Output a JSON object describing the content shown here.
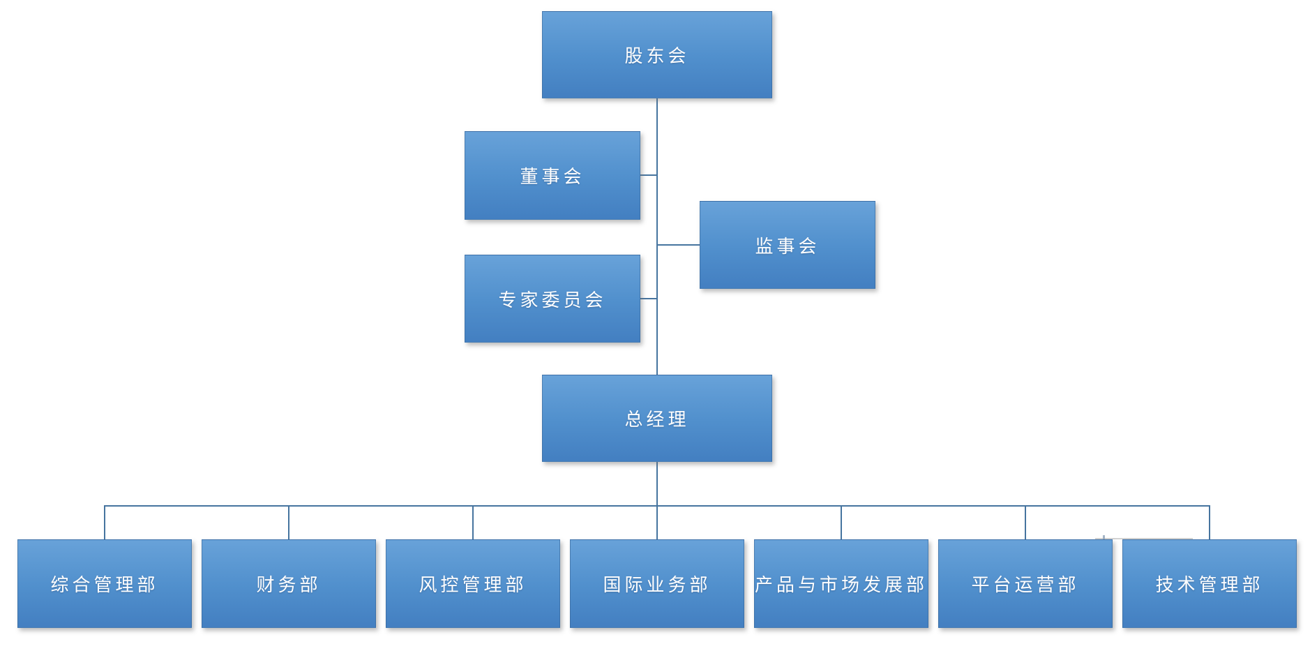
{
  "diagram": {
    "type": "org-chart",
    "colors": {
      "node_gradient_top": "#68A2D9",
      "node_gradient_bottom": "#437FC1",
      "node_text": "#FFFFFF",
      "connector": "#46749F",
      "background": "#FFFFFF"
    },
    "org": {
      "root": {
        "label": "股东会"
      },
      "attached": [
        {
          "label": "董事会",
          "side": "left"
        },
        {
          "label": "监事会",
          "side": "right"
        },
        {
          "label": "专家委员会",
          "side": "left"
        }
      ],
      "manager": {
        "label": "总经理"
      },
      "departments": [
        {
          "label": "综合管理部"
        },
        {
          "label": "财务部"
        },
        {
          "label": "风控管理部"
        },
        {
          "label": "国际业务部"
        },
        {
          "label": "产品与市场发展部"
        },
        {
          "label": "平台运营部"
        },
        {
          "label": "技术管理部"
        }
      ]
    }
  }
}
